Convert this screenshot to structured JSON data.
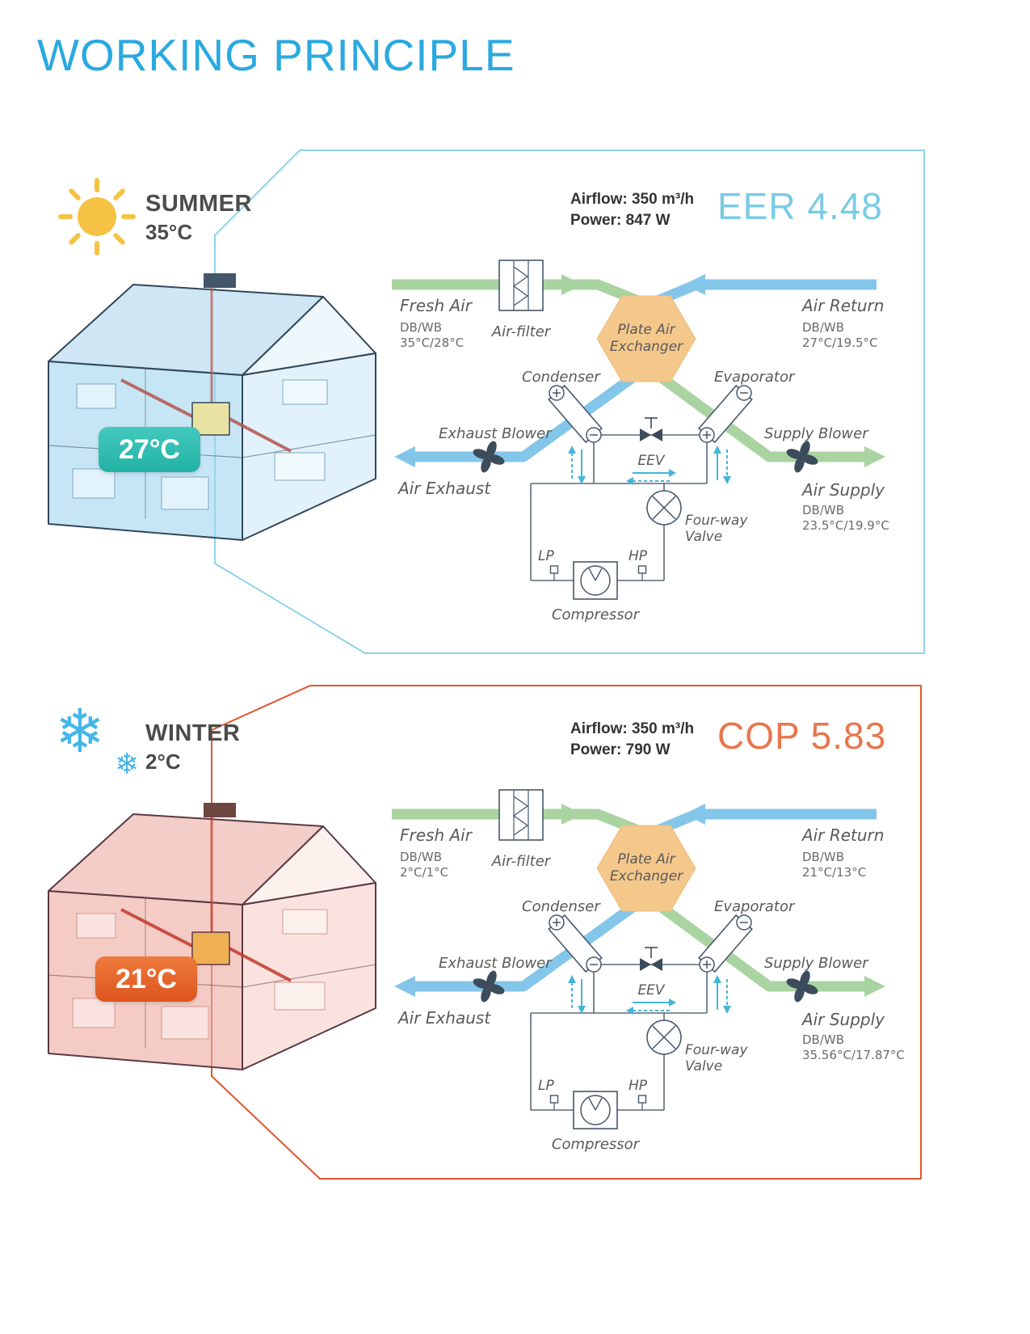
{
  "title": "WORKING PRINCIPLE",
  "icons": {
    "snowflake": "❄"
  },
  "summer": {
    "season": "SUMMER",
    "outdoor_temp": "35°C",
    "indoor_temp": "27°C",
    "airflow": "Airflow: 350 m³/h",
    "power": "Power: 847 W",
    "rating": "EER 4.48",
    "labels": {
      "fresh_air": "Fresh Air",
      "fresh_air_dbwb": "DB/WB",
      "fresh_air_temp": "35°C/28°C",
      "air_filter": "Air-filter",
      "exchanger": "Plate Air\nExchanger",
      "air_return": "Air Return",
      "air_return_dbwb": "DB/WB",
      "air_return_temp": "27°C/19.5°C",
      "condenser": "Condenser",
      "evaporator": "Evaporator",
      "exhaust_blower": "Exhaust Blower",
      "eev": "EEV",
      "supply_blower": "Supply Blower",
      "air_exhaust": "Air Exhaust",
      "air_supply": "Air Supply",
      "air_supply_dbwb": "DB/WB",
      "air_supply_temp": "23.5°C/19.9°C",
      "four_way_valve": "Four-way\nValve",
      "lp": "LP",
      "hp": "HP",
      "compressor": "Compressor"
    }
  },
  "winter": {
    "season": "WINTER",
    "outdoor_temp": "2°C",
    "indoor_temp": "21°C",
    "airflow": "Airflow: 350 m³/h",
    "power": "Power: 790 W",
    "rating": "COP 5.83",
    "labels": {
      "fresh_air": "Fresh Air",
      "fresh_air_dbwb": "DB/WB",
      "fresh_air_temp": "2°C/1°C",
      "air_filter": "Air-filter",
      "exchanger": "Plate Air\nExchanger",
      "air_return": "Air Return",
      "air_return_dbwb": "DB/WB",
      "air_return_temp": "21°C/13°C",
      "condenser": "Condenser",
      "evaporator": "Evaporator",
      "exhaust_blower": "Exhaust Blower",
      "eev": "EEV",
      "supply_blower": "Supply Blower",
      "air_exhaust": "Air Exhaust",
      "air_supply": "Air Supply",
      "air_supply_dbwb": "DB/WB",
      "air_supply_temp": "35.56°C/17.87°C",
      "four_way_valve": "Four-way\nValve",
      "lp": "LP",
      "hp": "HP",
      "compressor": "Compressor"
    }
  }
}
